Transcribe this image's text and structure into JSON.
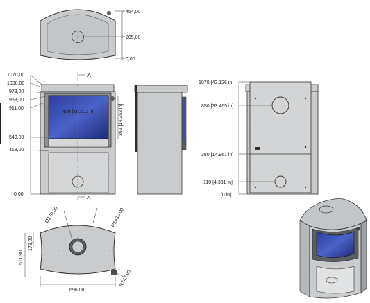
{
  "top_view": {
    "dims": [
      "454,00",
      "205,00",
      "0,00"
    ]
  },
  "front_view": {
    "section_marker": "A",
    "dims": [
      "1070,00",
      "1038,00",
      "978,00",
      "963,00",
      "911,00",
      "540,00",
      "418,00",
      "0,00"
    ],
    "glass_width": "409 [16.102 in]",
    "glass_height": "362 [14.252 in]"
  },
  "rear_view": {
    "dims": [
      "1070 [42.126 in]",
      "850 [33.465 in]",
      "380 [14.961 in]",
      "110 [4.331 in]",
      "0 [0 in]"
    ]
  },
  "base_view": {
    "diameter": "Ø170,00",
    "radius_top": "R1430,00",
    "radius_corner": "R747,90",
    "offset": "179,00",
    "depth": "511,90",
    "width": "696,00"
  },
  "colors": {
    "stone": "#c9cbcc",
    "stone_dark": "#a9acae",
    "glass": "#3a4fb0",
    "glass_dark": "#1e2a78",
    "steel": "#5a5d61",
    "line": "#333333"
  }
}
